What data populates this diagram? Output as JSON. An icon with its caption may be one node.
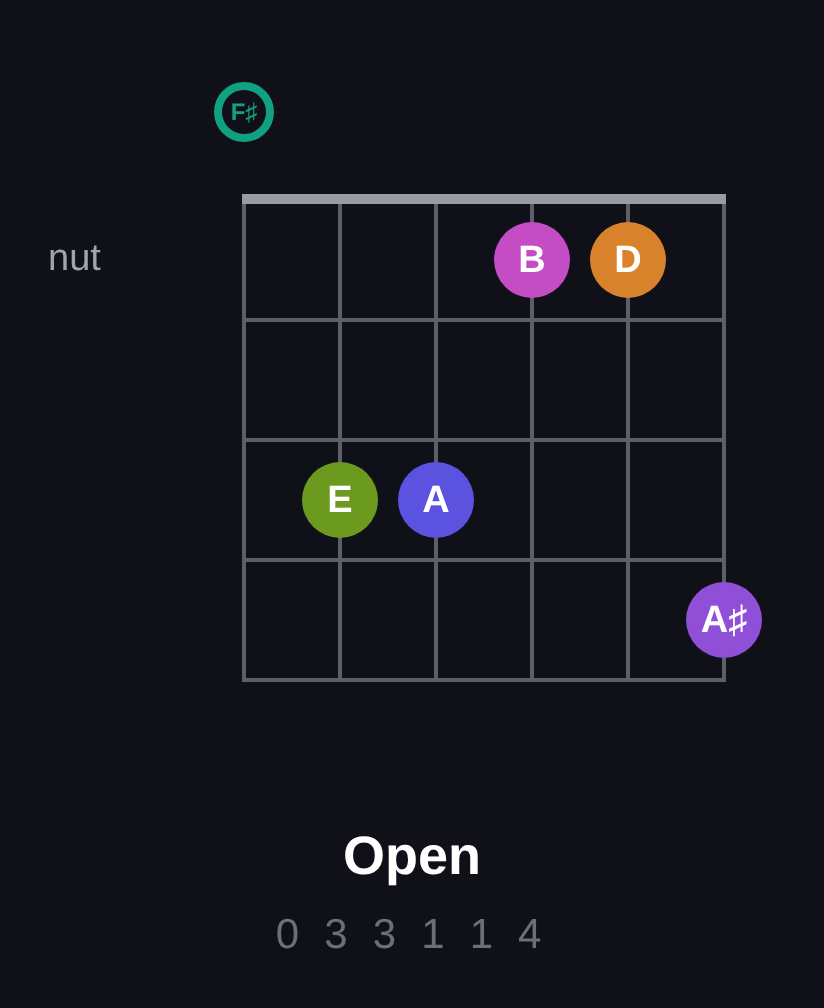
{
  "diagram": {
    "title": "Open",
    "nodes": [
      {
        "text": [
          "F♯"
        ]
      },
      {
        "text": [
          "B"
        ]
      },
      {
        "text": [
          "D"
        ]
      },
      {
        "text": [
          "E"
        ]
      },
      {
        "text": [
          "A"
        ]
      },
      {
        "text": [
          "A♯"
        ]
      }
    ],
    "labels": [
      "nut",
      "0 3 3 1 1 4"
    ]
  }
}
